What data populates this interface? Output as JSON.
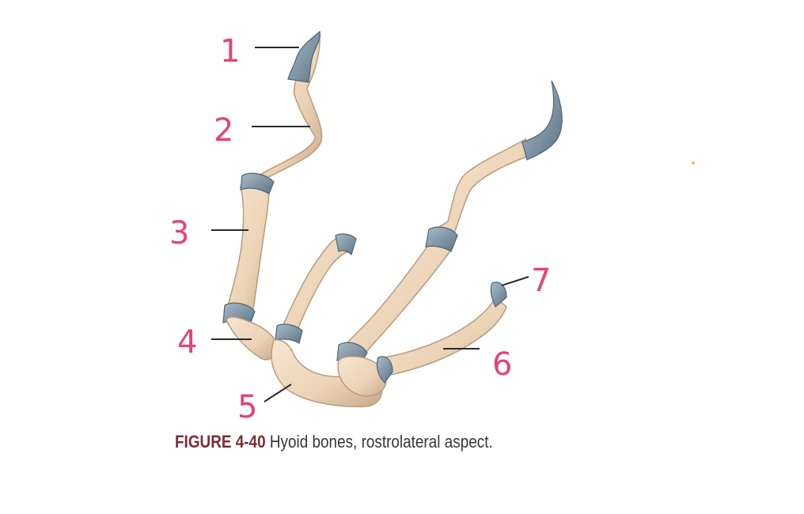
{
  "labels": [
    "1",
    "2",
    "3",
    "4",
    "5",
    "6",
    "7"
  ],
  "caption": {
    "figure_number": "FIGURE 4-40",
    "text": "Hyoid bones, rostrolateral aspect."
  },
  "colors": {
    "bone": "#f1dcc2",
    "bone_shadow": "#c9a98a",
    "cartilage": "#7f96a6",
    "label": "#e8417a"
  }
}
